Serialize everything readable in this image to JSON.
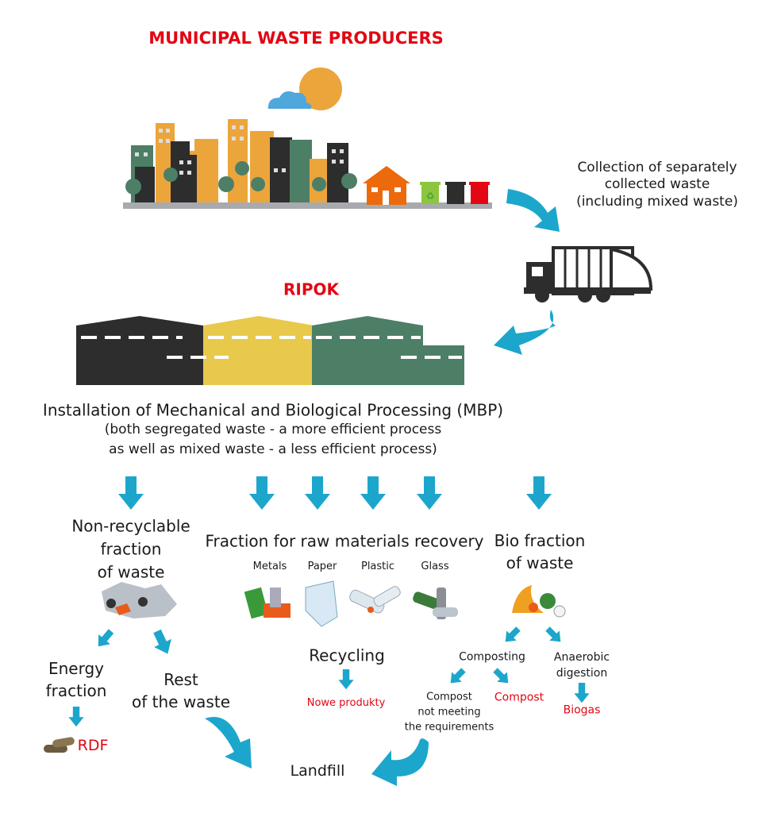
{
  "title": "MUNICIPAL WASTE PRODUCERS",
  "collection": [
    "Collection of separately",
    "collected waste",
    "(including mixed waste)"
  ],
  "ripok": "RIPOK",
  "mbp": {
    "title": "Installation of Mechanical and Biological Processing (MBP)",
    "subtitle": [
      "(both segregated waste - a more efficient process",
      "as well as mixed waste - a less efficient process)"
    ]
  },
  "non_recyclable": {
    "label": [
      "Non-recyclable",
      "fraction",
      "of waste"
    ],
    "energy": [
      "Energy",
      "fraction"
    ],
    "rdf": "RDF",
    "rest": [
      "Rest",
      "of the waste"
    ]
  },
  "raw_materials": {
    "label": "Fraction for raw materials recovery",
    "materials": [
      "Metals",
      "Paper",
      "Plastic",
      "Glass"
    ],
    "recycling": "Recycling",
    "output": "Nowe produkty"
  },
  "bio": {
    "label": [
      "Bio fraction",
      "of waste"
    ],
    "composting": "Composting",
    "anaerobic": [
      "Anaerobic",
      "digestion"
    ],
    "compost_bad": [
      "Compost",
      "not meeting",
      "the requirements"
    ],
    "compost": "Compost",
    "biogas": "Biogas"
  },
  "landfill": "Landfill",
  "colors": {
    "accent_red": "#e30613",
    "arrow_blue": "#1ca6cc",
    "dark": "#2d2d2d",
    "yellow": "#e8c94c",
    "green": "#4d7f66",
    "orange": "#eca53b"
  }
}
